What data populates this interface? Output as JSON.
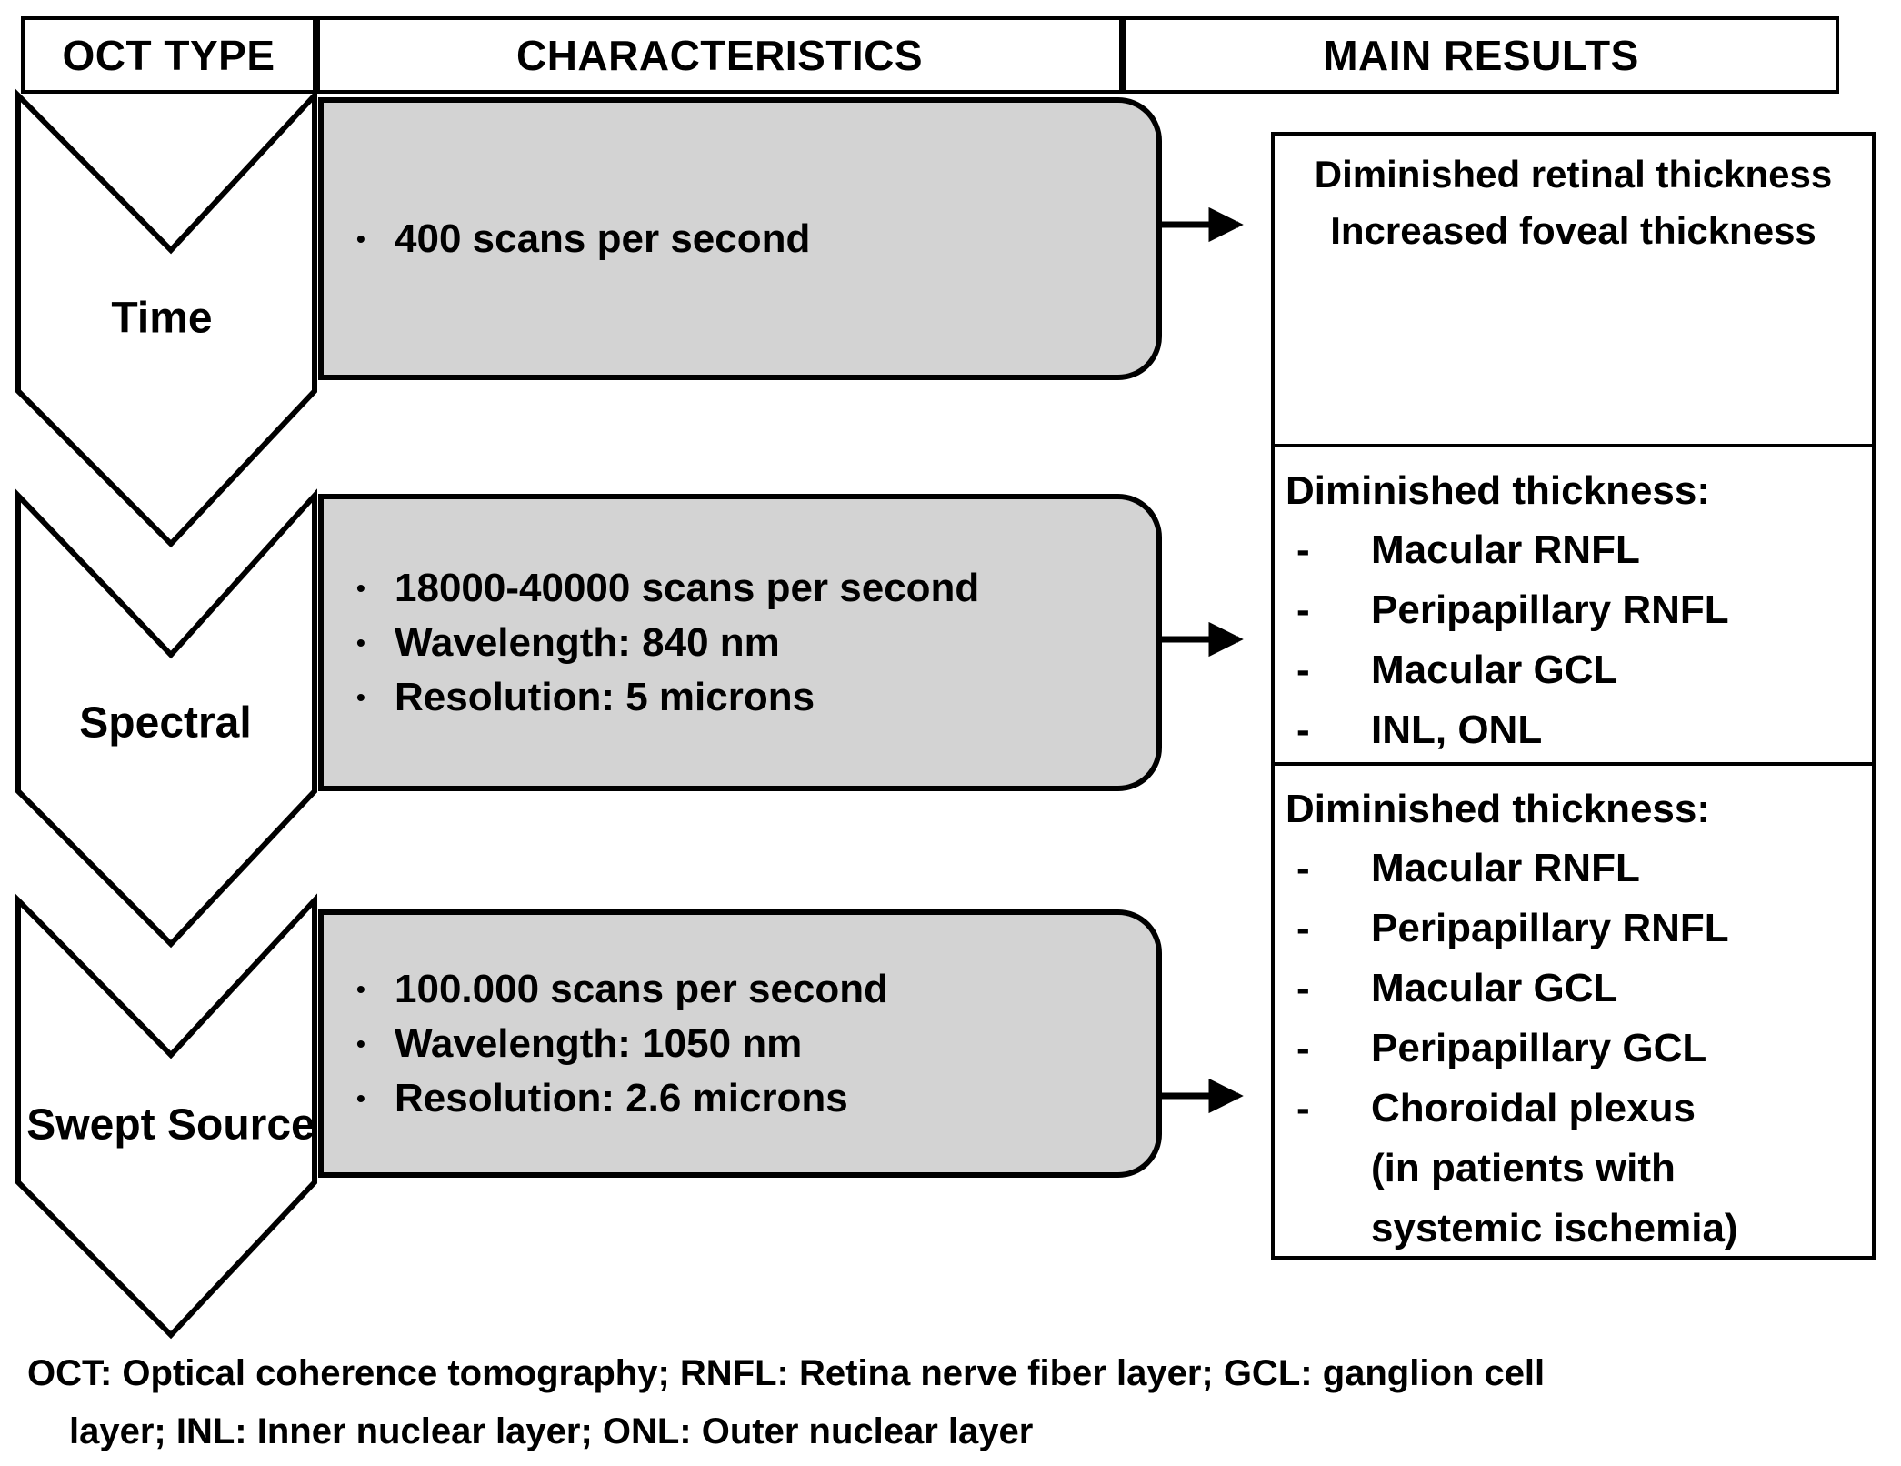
{
  "header": {
    "col1": "OCT TYPE",
    "col2": "CHARACTERISTICS",
    "col3": "MAIN RESULTS"
  },
  "oct_types": [
    {
      "label": "Time"
    },
    {
      "label": "Spectral"
    },
    {
      "label": "Swept Source"
    }
  ],
  "characteristics": [
    {
      "bullet": "•",
      "items": [
        "400 scans per second"
      ]
    },
    {
      "bullet": "•",
      "items": [
        "18000-40000 scans per second",
        "Wavelength: 840 nm",
        "Resolution: 5 microns"
      ]
    },
    {
      "bullet": "•",
      "items": [
        "100.000 scans per second",
        "Wavelength: 1050 nm",
        "Resolution: 2.6 microns"
      ]
    }
  ],
  "results": [
    {
      "lines": [
        "Diminished retinal thickness",
        "Increased foveal thickness"
      ]
    },
    {
      "title": "Diminished thickness:",
      "dash": "-",
      "items": [
        "Macular RNFL",
        "Peripapillary RNFL",
        "Macular GCL",
        "INL, ONL"
      ]
    },
    {
      "title": "Diminished thickness:",
      "dash": "-",
      "items": [
        "Macular RNFL",
        "Peripapillary RNFL",
        "Macular GCL",
        "Peripapillary GCL",
        "Choroidal plexus"
      ],
      "items_note": [
        "(in patients with",
        "systemic ischemia)"
      ]
    }
  ],
  "caption": {
    "line1": "OCT: Optical coherence tomography; RNFL: Retina nerve fiber layer; GCL: ganglion cell",
    "line2": "layer; INL: Inner nuclear layer; ONL: Outer nuclear layer"
  },
  "colors": {
    "characteristics_fill": "#d3d3d3",
    "line": "#000000",
    "background": "#ffffff"
  }
}
